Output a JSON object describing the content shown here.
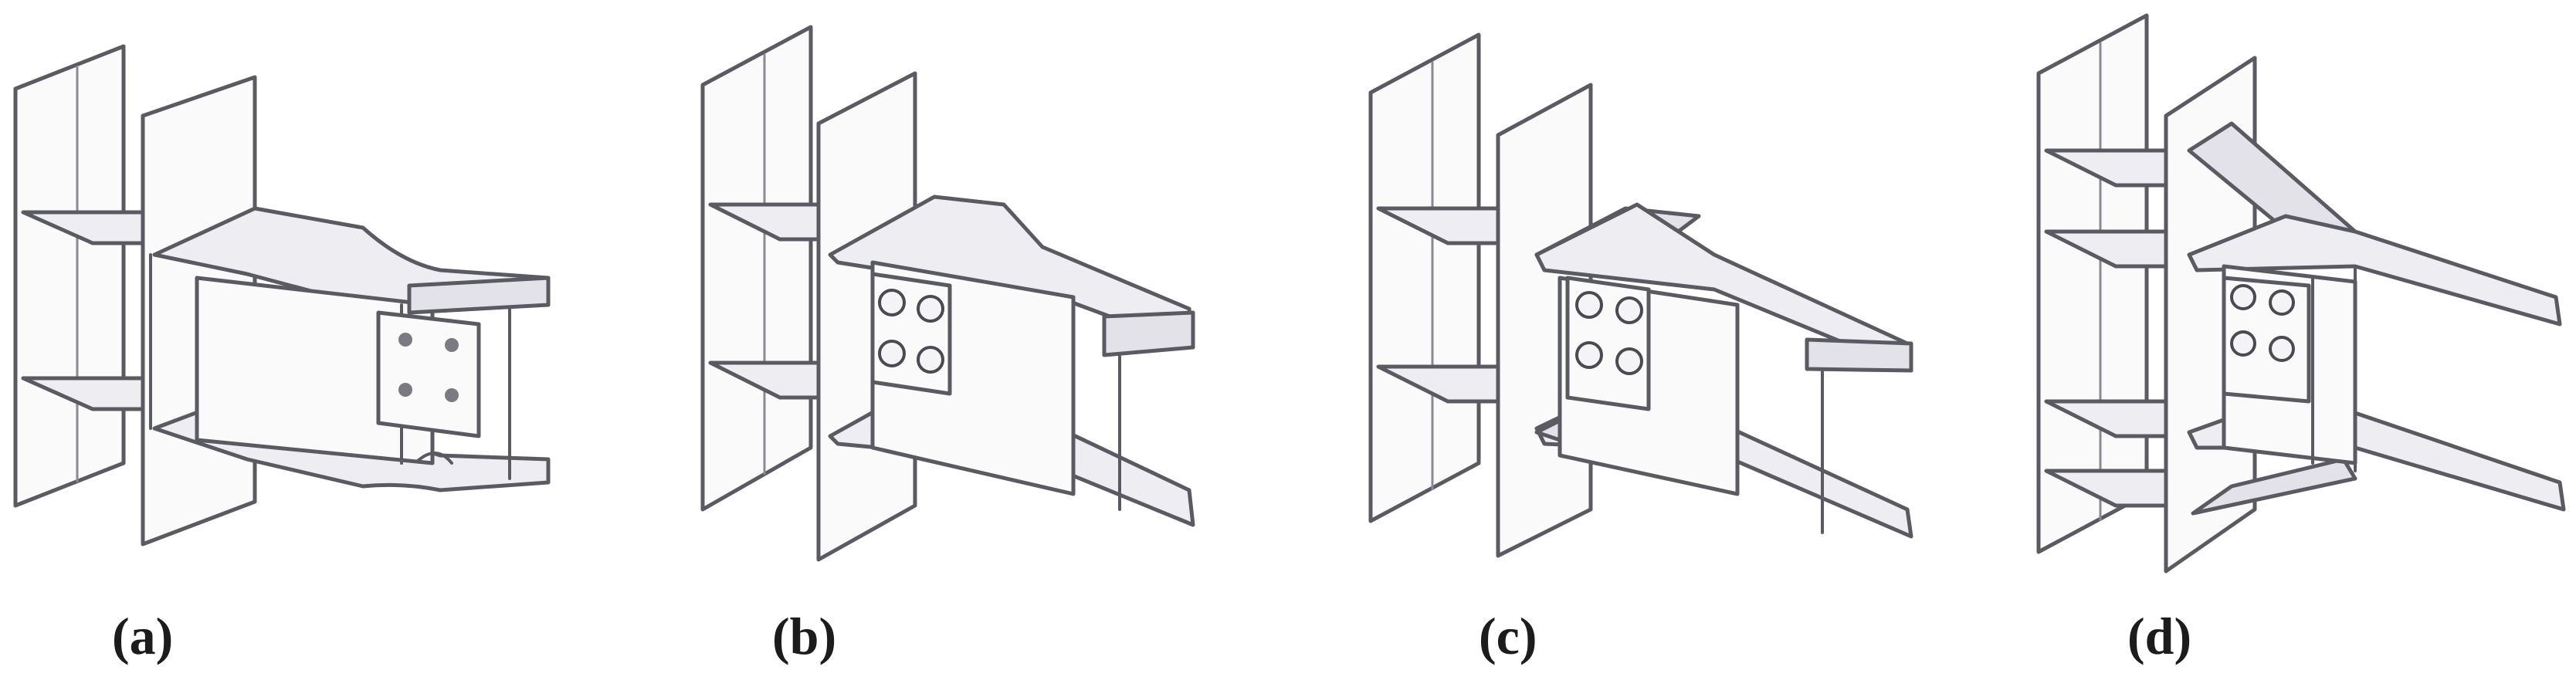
{
  "panels": [
    {
      "id": "a",
      "caption": "(a)"
    },
    {
      "id": "b",
      "caption": "(b)"
    },
    {
      "id": "c",
      "caption": "(c)"
    },
    {
      "id": "d",
      "caption": "(d)"
    }
  ],
  "colors": {
    "line": "#5a5a62",
    "plate": "#fafafa",
    "shade": "#e2e2e8",
    "caption": "#1c1c1c"
  }
}
